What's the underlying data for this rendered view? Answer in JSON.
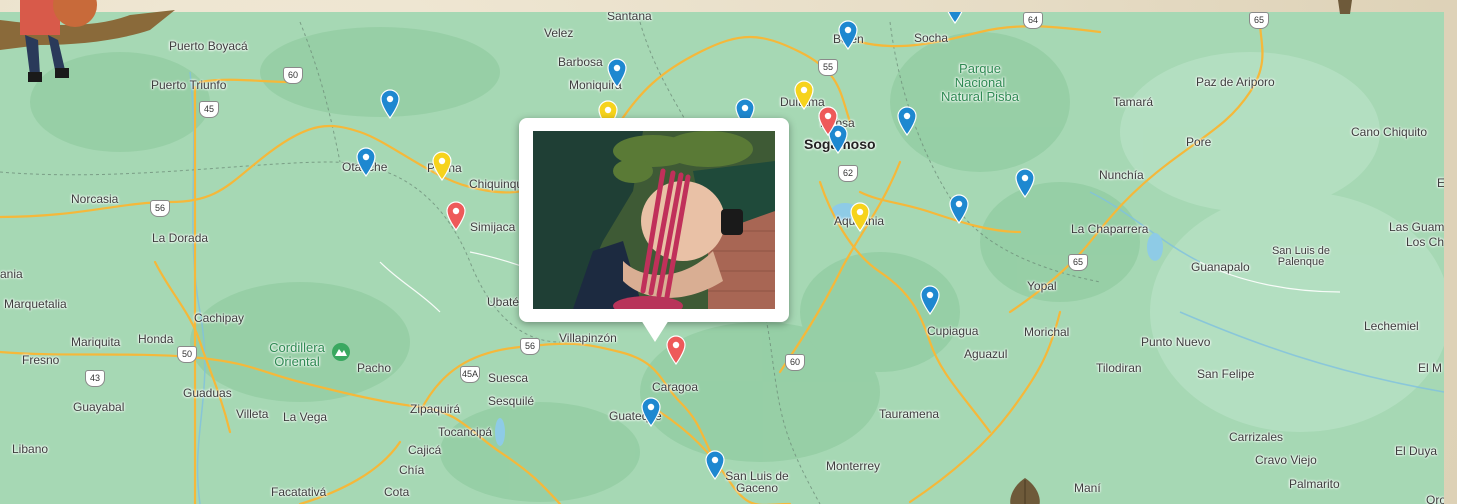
{
  "map": {
    "places": [
      {
        "id": "santana",
        "label": "Santana"
      },
      {
        "id": "velez",
        "label": "Velez"
      },
      {
        "id": "belen",
        "label": "Belén"
      },
      {
        "id": "socha",
        "label": "Socha"
      },
      {
        "id": "puerto-boyaca",
        "label": "Puerto Boyacá"
      },
      {
        "id": "barbosa",
        "label": "Barbosa"
      },
      {
        "id": "moniquira",
        "label": "Moniquirá"
      },
      {
        "id": "duitama",
        "label": "Duitama"
      },
      {
        "id": "nobsa",
        "label": "Nobsa"
      },
      {
        "id": "sogamoso",
        "label": "Sogamoso",
        "bold": true
      },
      {
        "id": "tamara",
        "label": "Tamará"
      },
      {
        "id": "paz-de-ariporo",
        "label": "Paz de Ariporo"
      },
      {
        "id": "cano-chiquito",
        "label": "Cano Chiquito"
      },
      {
        "id": "puerto-triunfo",
        "label": "Puerto Triunfo"
      },
      {
        "id": "otanche",
        "label": "Otanche"
      },
      {
        "id": "pauna",
        "label": "Pauna"
      },
      {
        "id": "chiquinquira",
        "label": "Chiquinquirá"
      },
      {
        "id": "pore",
        "label": "Pore"
      },
      {
        "id": "nunchia",
        "label": "Nunchía"
      },
      {
        "id": "norcasia",
        "label": "Norcasia"
      },
      {
        "id": "simijaca",
        "label": "Simijaca"
      },
      {
        "id": "aquitania",
        "label": "Aquitania"
      },
      {
        "id": "la-dorada",
        "label": "La Dorada"
      },
      {
        "id": "la-chaparrera",
        "label": "La Chaparrera"
      },
      {
        "id": "san-luis-de-palenque",
        "label": "San Luis de Palenque"
      },
      {
        "id": "guanapalo",
        "label": "Guanapalo"
      },
      {
        "id": "las-guam",
        "label": "Las Guam"
      },
      {
        "id": "los-ch",
        "label": "Los Ch"
      },
      {
        "id": "yopal",
        "label": "Yopal"
      },
      {
        "id": "mania",
        "label": "ania"
      },
      {
        "id": "marquetalia",
        "label": "Marquetalia"
      },
      {
        "id": "ubate",
        "label": "Ubaté"
      },
      {
        "id": "cachipay",
        "label": "Cachipay"
      },
      {
        "id": "lechemiel",
        "label": "Lechemiel"
      },
      {
        "id": "mariquita",
        "label": "Mariquita"
      },
      {
        "id": "honda",
        "label": "Honda"
      },
      {
        "id": "villapinzon",
        "label": "Villapinzón"
      },
      {
        "id": "cupiagua",
        "label": "Cupiagua"
      },
      {
        "id": "morichal",
        "label": "Morichal"
      },
      {
        "id": "punto-nuevo",
        "label": "Punto Nuevo"
      },
      {
        "id": "fresno",
        "label": "Fresno"
      },
      {
        "id": "pacho",
        "label": "Pacho"
      },
      {
        "id": "aguazul",
        "label": "Aguazul"
      },
      {
        "id": "tilodiran",
        "label": "Tilodiran"
      },
      {
        "id": "san-felipe",
        "label": "San Felipe"
      },
      {
        "id": "el-m",
        "label": "El M"
      },
      {
        "id": "suesca",
        "label": "Suesca"
      },
      {
        "id": "caragoa",
        "label": "Caragoa"
      },
      {
        "id": "guayabal",
        "label": "Guayabal"
      },
      {
        "id": "guaduas",
        "label": "Guaduas"
      },
      {
        "id": "sesquile",
        "label": "Sesquilé"
      },
      {
        "id": "zipaquira",
        "label": "Zipaquirá"
      },
      {
        "id": "villeta",
        "label": "Villeta"
      },
      {
        "id": "la-vega",
        "label": "La Vega"
      },
      {
        "id": "guateque",
        "label": "Guateque"
      },
      {
        "id": "tauramena",
        "label": "Tauramena"
      },
      {
        "id": "tocancipa",
        "label": "Tocancipá"
      },
      {
        "id": "libano",
        "label": "Libano"
      },
      {
        "id": "cajica",
        "label": "Cajicá"
      },
      {
        "id": "carrizales",
        "label": "Carrizales"
      },
      {
        "id": "el-duya",
        "label": "El Duya"
      },
      {
        "id": "cravo-viejo",
        "label": "Cravo Viejo"
      },
      {
        "id": "monterrey",
        "label": "Monterrey"
      },
      {
        "id": "chia",
        "label": "Chía"
      },
      {
        "id": "san-luis-de-gaceno",
        "label": "San Luis de Gaceno"
      },
      {
        "id": "palmarito",
        "label": "Palmarito"
      },
      {
        "id": "facatativa",
        "label": "Facatativá"
      },
      {
        "id": "cota",
        "label": "Cota"
      },
      {
        "id": "mani",
        "label": "Maní"
      },
      {
        "id": "oro",
        "label": "Oro"
      },
      {
        "id": "e-edge",
        "label": "E"
      }
    ],
    "parks": [
      {
        "id": "parque-pisba",
        "label": "Parque Nacional Natural Pisba"
      },
      {
        "id": "cordillera-oriental",
        "label": "Cordillera Oriental"
      }
    ],
    "routes": [
      "60",
      "45",
      "64",
      "55",
      "65",
      "62",
      "56",
      "45A",
      "50",
      "43",
      "56",
      "65",
      "60"
    ],
    "pins": [
      {
        "color": "blue"
      },
      {
        "color": "blue"
      },
      {
        "color": "blue"
      },
      {
        "color": "blue"
      },
      {
        "color": "yellow"
      },
      {
        "color": "red"
      },
      {
        "color": "blue"
      },
      {
        "color": "yellow"
      },
      {
        "color": "blue"
      },
      {
        "color": "blue"
      },
      {
        "color": "blue"
      },
      {
        "color": "yellow"
      },
      {
        "color": "red"
      },
      {
        "color": "blue"
      },
      {
        "color": "blue"
      },
      {
        "color": "red"
      },
      {
        "color": "blue"
      },
      {
        "color": "blue"
      },
      {
        "color": "yellow"
      },
      {
        "color": "blue"
      },
      {
        "color": "blue"
      }
    ],
    "colors": {
      "blue": "#1e88d0",
      "red": "#ee5a5a",
      "yellow": "#f6d31c",
      "water": "#a6d8b4",
      "road": "#f5b83a"
    }
  },
  "popup": {
    "image": "photo-beet-in-hand"
  }
}
